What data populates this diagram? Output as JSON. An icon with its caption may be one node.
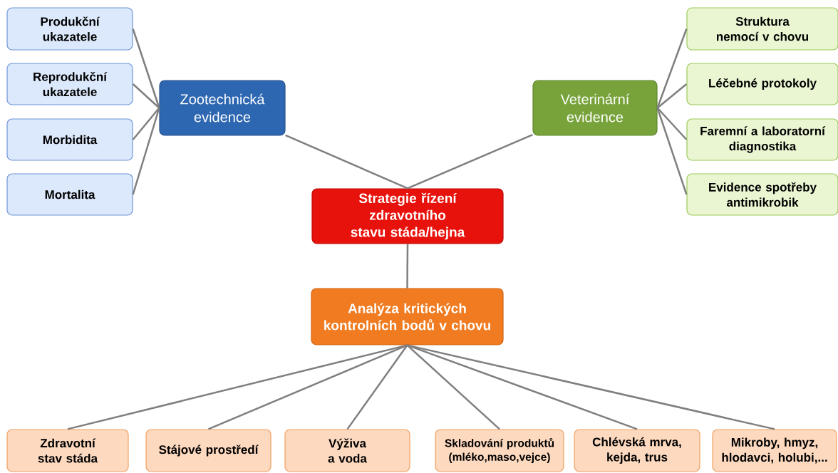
{
  "diagram": {
    "nodes": [
      {
        "text": [
          "Strategie řízení zdravotního stavu stáda/hejna"
        ]
      },
      {
        "text": [
          "Zootechnická evidence"
        ]
      },
      {
        "text": [
          "Veterinární evidence"
        ]
      },
      {
        "text": [
          "Analýza kritických kontrolních bodů v chovu"
        ]
      },
      {
        "text": [
          "Produkční ukazatele"
        ]
      },
      {
        "text": [
          "Reprodukční ukazatele"
        ]
      },
      {
        "text": [
          "Morbidita"
        ]
      },
      {
        "text": [
          "Mortalita"
        ]
      },
      {
        "text": [
          "Struktura nemocí v chovu"
        ]
      },
      {
        "text": [
          "Léčebné protokoly"
        ]
      },
      {
        "text": [
          "Faremní a laboratorní diagnostika"
        ]
      },
      {
        "text": [
          "Evidence spotřeby antimikrobik"
        ]
      },
      {
        "text": [
          "Zdravotní stav stáda"
        ]
      },
      {
        "text": [
          "Stájové prostředí"
        ]
      },
      {
        "text": [
          "Výživa a voda"
        ]
      },
      {
        "text": [
          "Skladování produktů (mléko,maso,vejce)"
        ]
      },
      {
        "text": [
          "Chlévská mrva, kejda, trus"
        ]
      },
      {
        "text": [
          "Mikroby, hmyz, hlodavci, holubi,..."
        ]
      }
    ],
    "edges": [
      {
        "from": 0,
        "to": 1,
        "arrow": "none"
      },
      {
        "from": 0,
        "to": 2,
        "arrow": "none"
      },
      {
        "from": 0,
        "to": 3,
        "arrow": "none"
      },
      {
        "from": 1,
        "to": 4,
        "arrow": "none"
      },
      {
        "from": 1,
        "to": 5,
        "arrow": "none"
      },
      {
        "from": 1,
        "to": 6,
        "arrow": "none"
      },
      {
        "from": 1,
        "to": 7,
        "arrow": "none"
      },
      {
        "from": 2,
        "to": 8,
        "arrow": "none"
      },
      {
        "from": 2,
        "to": 9,
        "arrow": "none"
      },
      {
        "from": 2,
        "to": 10,
        "arrow": "none"
      },
      {
        "from": 2,
        "to": 11,
        "arrow": "none"
      },
      {
        "from": 3,
        "to": 12,
        "arrow": "none"
      },
      {
        "from": 3,
        "to": 13,
        "arrow": "none"
      },
      {
        "from": 3,
        "to": 14,
        "arrow": "none"
      },
      {
        "from": 3,
        "to": 15,
        "arrow": "none"
      },
      {
        "from": 3,
        "to": 16,
        "arrow": "none"
      },
      {
        "from": 3,
        "to": 17,
        "arrow": "none"
      }
    ]
  }
}
